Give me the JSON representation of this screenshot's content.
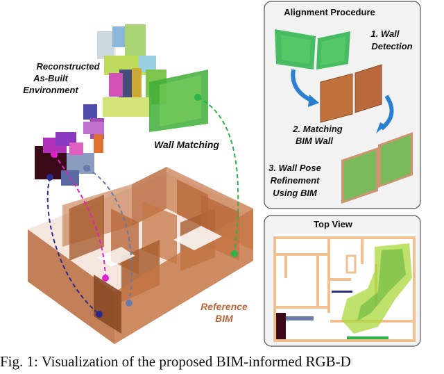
{
  "labels": {
    "reconstructed_line1": "Reconstructed",
    "reconstructed_line2": "As-Built",
    "reconstructed_line3": "Environment",
    "wall_matching": "Wall Matching",
    "reference_line1": "Reference",
    "reference_line2": "BIM"
  },
  "alignment_panel": {
    "title": "Alignment Procedure",
    "step1_line1": "1. Wall",
    "step1_line2": "Detection",
    "step2_line1": "2. Matching",
    "step2_line2": "BIM Wall",
    "step3_line1": "3. Wall Pose",
    "step3_line2": "Refinement",
    "step3_line3": "Using BIM"
  },
  "top_view_panel": {
    "title": "Top View"
  },
  "caption": "Fig. 1: Visualization of the proposed BIM-informed RGB-D",
  "colors": {
    "bim_wall": "#b8683a",
    "bim_wall_dark": "#8a4a26",
    "point_green": "#3fae3a",
    "point_lime": "#a8d83a",
    "match_green": "#2ab34a",
    "match_magenta": "#e020c8",
    "match_navy": "#2a2a8a",
    "match_steel": "#6a7aa8",
    "arrow_blue": "#2a7fd0",
    "topview_wall": "#f0c090"
  }
}
